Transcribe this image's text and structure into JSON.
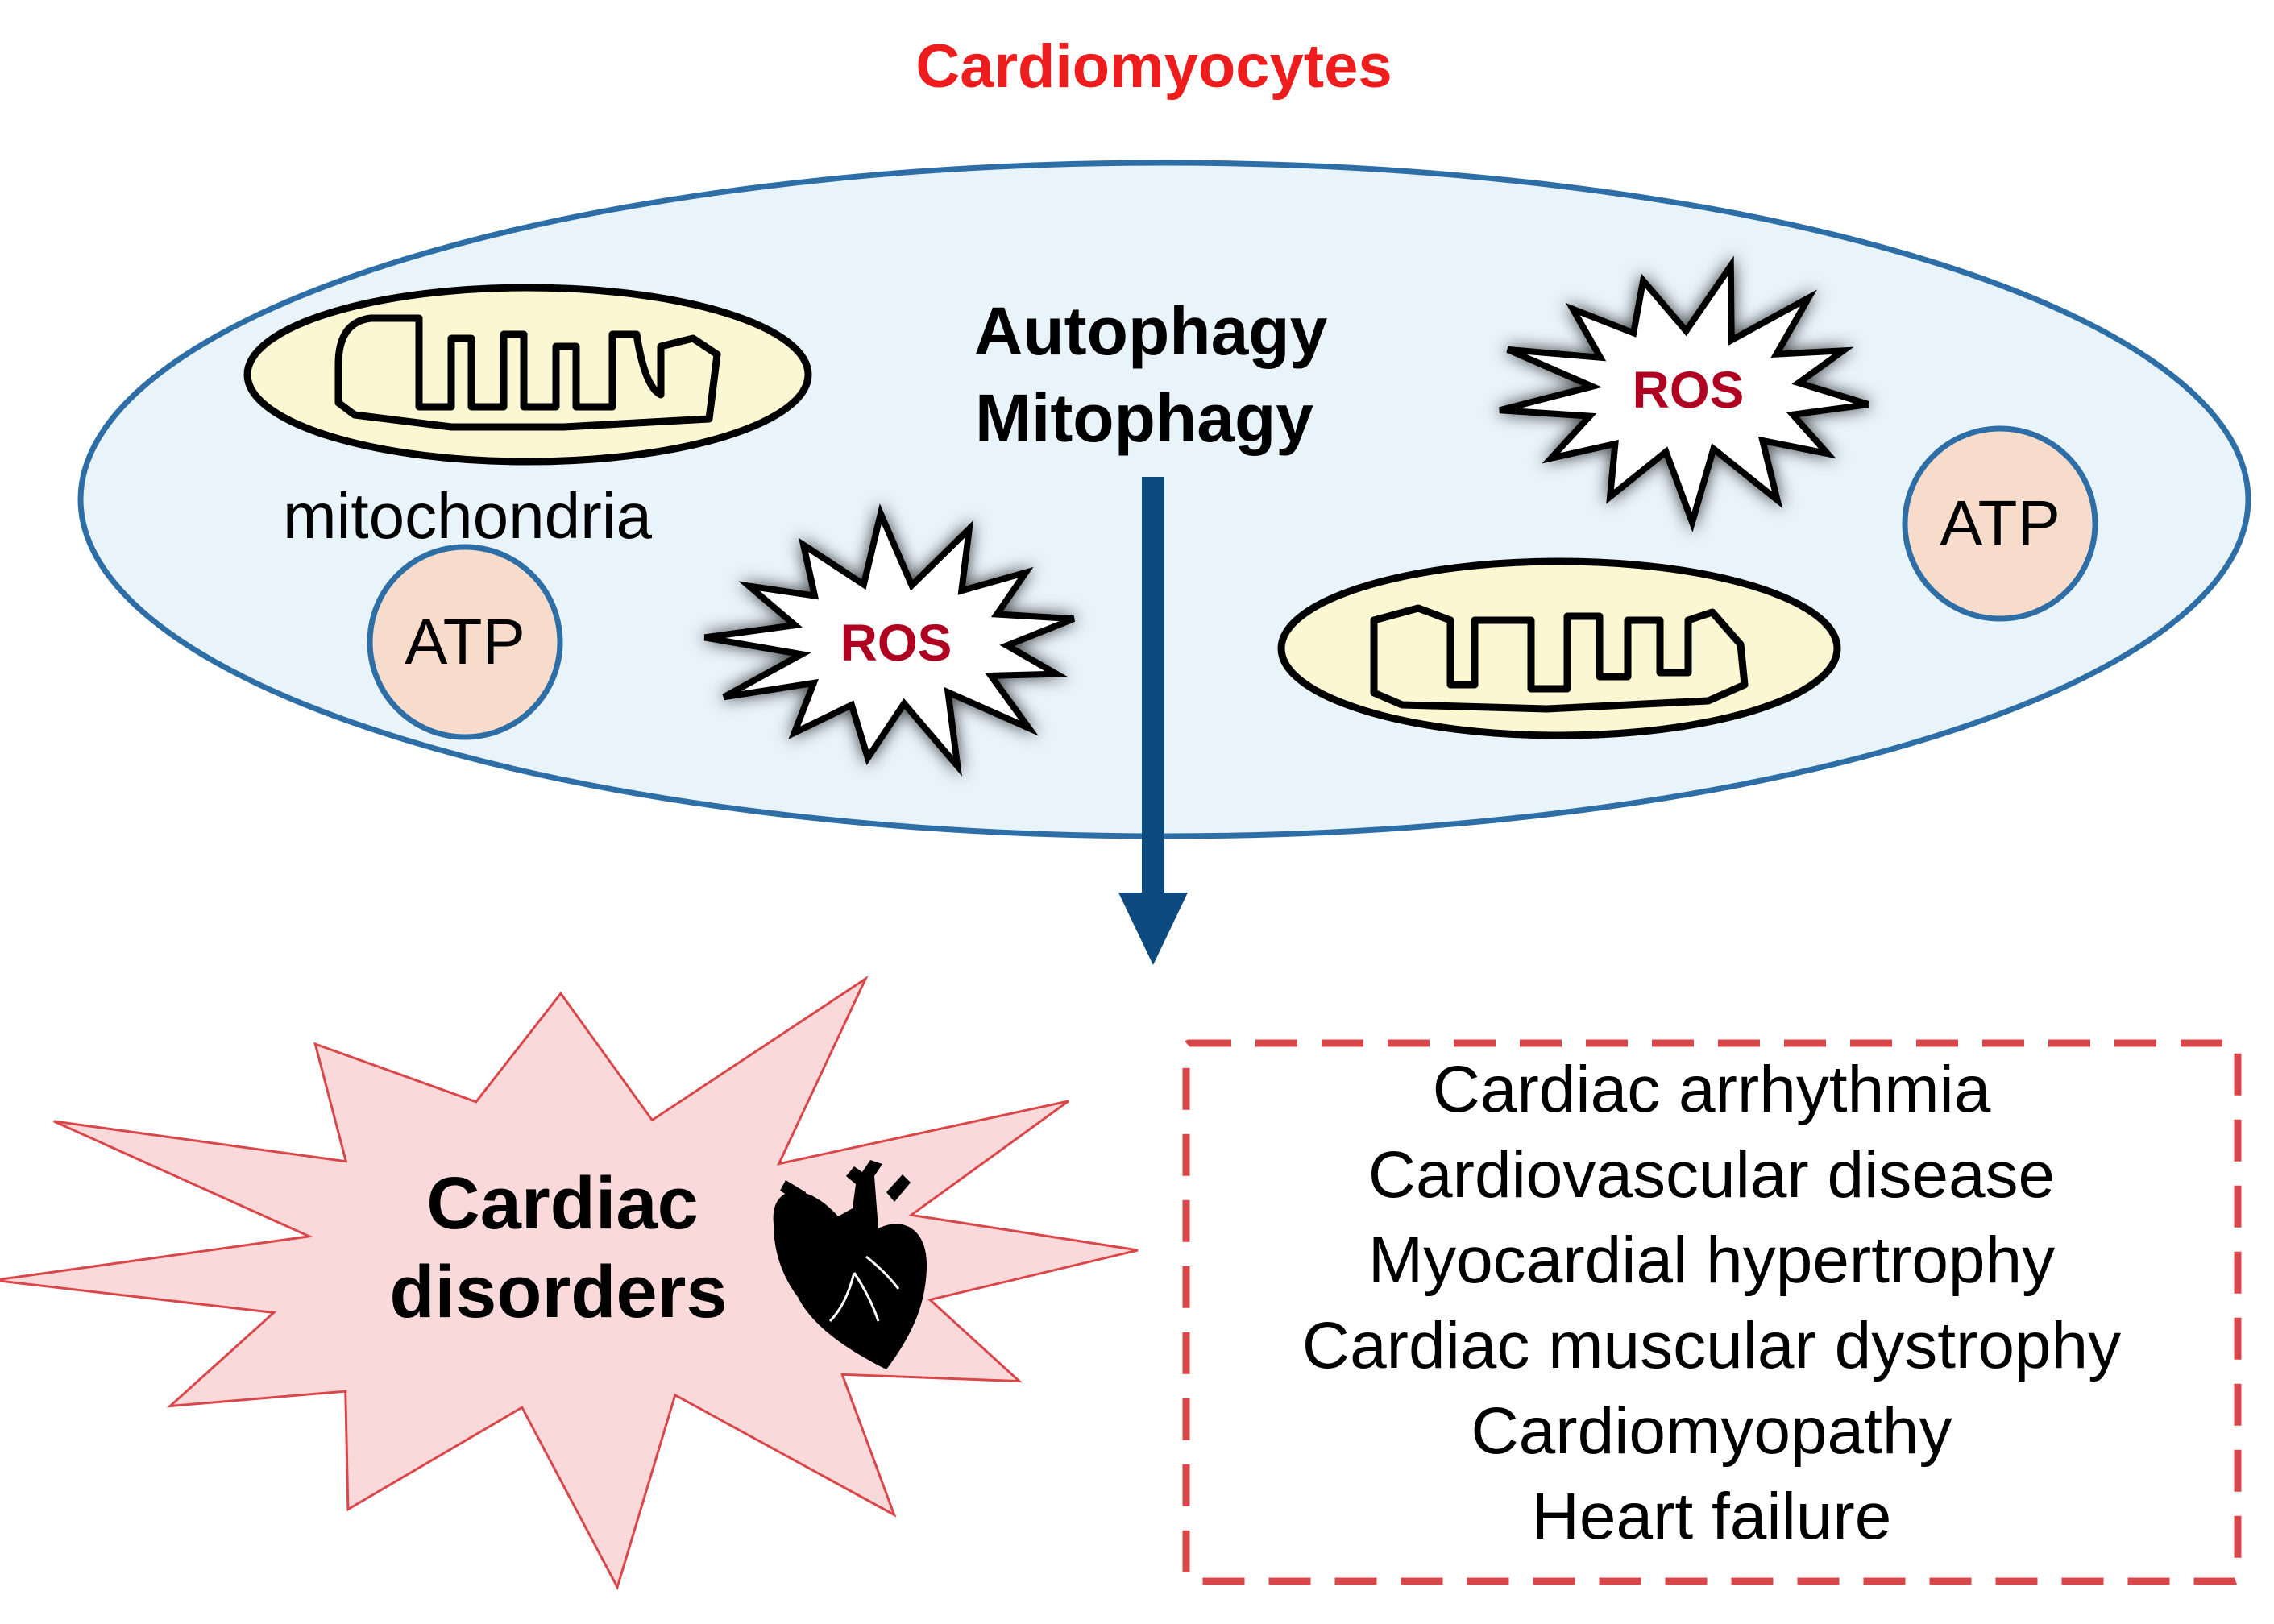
{
  "title": "Cardiomyocytes",
  "cell": {
    "process_line1": "Autophagy",
    "process_line2": "Mitophagy",
    "mitochondria_label": "mitochondria",
    "atp_label": "ATP",
    "ros_label": "ROS"
  },
  "outcome": {
    "line1": "Cardiac",
    "line2": "disorders"
  },
  "disorders": [
    "Cardiac arrhythmia",
    "Cardiovascular disease",
    "Myocardial hypertrophy",
    "Cardiac muscular dystrophy",
    "Cardiomyopathy",
    "Heart failure"
  ],
  "colors": {
    "title": "#ee1c1c",
    "cell_fill": "#e8f3fa",
    "cell_stroke": "#2e6ea6",
    "mito_fill": "#fbf7d2",
    "atp_fill": "#f8dccb",
    "ros_text": "#b00020",
    "arrow": "#0d4a80",
    "burst_fill": "#f9d9d9",
    "dashed_box": "#d9474b"
  }
}
